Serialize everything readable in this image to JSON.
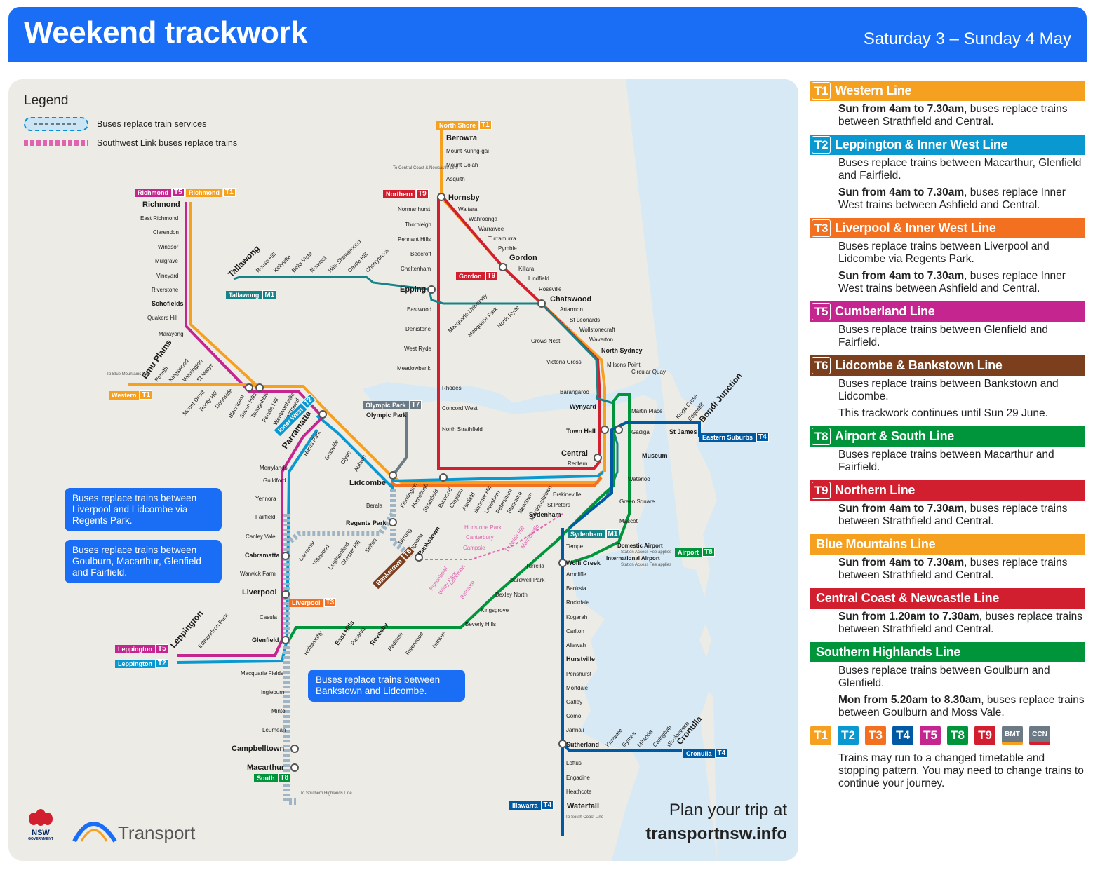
{
  "header": {
    "title": "Weekend trackwork",
    "date": "Saturday 3 – Sunday 4 May"
  },
  "legend": {
    "title": "Legend",
    "bus_label": "Buses replace train services",
    "pink_label": "Southwest Link buses replace trains"
  },
  "callouts": [
    {
      "text": "Buses replace trains between Liverpool and Lidcombe via Regents Park."
    },
    {
      "text": "Buses replace trains between Goulburn, Macarthur, Glenfield and Fairfield."
    },
    {
      "text": "Buses replace trains between Bankstown and Lidcombe."
    }
  ],
  "plan": {
    "line1": "Plan your trip at",
    "line2": "transportnsw.info"
  },
  "logos": {
    "nsw": "NSW",
    "nsw_sub": "GOVERNMENT",
    "transport": "Transport"
  },
  "colors": {
    "header": "#1a6ef5",
    "T1": "#f6a020",
    "T2": "#0a98d0",
    "T3": "#f37021",
    "T4": "#005aa3",
    "T5": "#c4258f",
    "T6": "#7b3f1e",
    "T8": "#00953b",
    "T9": "#d11f2f",
    "BMT": "#f6a020",
    "CCN": "#d11f2f",
    "SHL": "#00953b",
    "metro": "#168388",
    "water": "#d6e9f5"
  },
  "lines": [
    {
      "code": "T1",
      "name": "Western Line",
      "color": "#f6a020",
      "paras": [
        {
          "bold": "Sun from 4am to 7.30am",
          "text": ", buses replace trains between Strathfield and Central."
        }
      ]
    },
    {
      "code": "T2",
      "name": "Leppington & Inner West Line",
      "color": "#0a98d0",
      "paras": [
        {
          "bold": "",
          "text": "Buses replace trains between Macarthur, Glenfield and Fairfield."
        },
        {
          "bold": "Sun from 4am to 7.30am",
          "text": ", buses replace Inner West trains between Ashfield and Central."
        }
      ]
    },
    {
      "code": "T3",
      "name": "Liverpool & Inner West Line",
      "color": "#f37021",
      "paras": [
        {
          "bold": "",
          "text": "Buses replace trains between Liverpool and Lidcombe via Regents Park."
        },
        {
          "bold": "Sun from 4am to 7.30am",
          "text": ", buses replace Inner West trains between Ashfield and Central."
        }
      ]
    },
    {
      "code": "T5",
      "name": "Cumberland Line",
      "color": "#c4258f",
      "paras": [
        {
          "bold": "",
          "text": "Buses replace trains between Glenfield and Fairfield."
        }
      ]
    },
    {
      "code": "T6",
      "name": "Lidcombe & Bankstown Line",
      "color": "#7b3f1e",
      "paras": [
        {
          "bold": "",
          "text": "Buses replace trains between Bankstown and Lidcombe."
        },
        {
          "bold": "",
          "text": "This trackwork continues until Sun 29 June."
        }
      ]
    },
    {
      "code": "T8",
      "name": "Airport & South Line",
      "color": "#00953b",
      "paras": [
        {
          "bold": "",
          "text": "Buses replace trains between Macarthur and Fairfield."
        }
      ]
    },
    {
      "code": "T9",
      "name": "Northern Line",
      "color": "#d11f2f",
      "paras": [
        {
          "bold": "Sun from 4am to 7.30am",
          "text": ", buses replace trains between Strathfield and Central."
        }
      ]
    },
    {
      "code": "",
      "name": "Blue Mountains Line",
      "color": "#f6a020",
      "paras": [
        {
          "bold": "Sun from 4am to 7.30am",
          "text": ", buses replace trains between Strathfield and Central."
        }
      ]
    },
    {
      "code": "",
      "name": "Central Coast & Newcastle Line",
      "color": "#d11f2f",
      "paras": [
        {
          "bold": "Sun from 1.20am to 7.30am",
          "text": ", buses replace trains between Strathfield and Central."
        }
      ]
    },
    {
      "code": "",
      "name": "Southern Highlands Line",
      "color": "#00953b",
      "paras": [
        {
          "bold": "",
          "text": "Buses replace trains between Goulburn and Glenfield."
        },
        {
          "bold": "Mon from 5.20am to 8.30am",
          "text": ", buses replace trains between Goulburn and Moss Vale."
        }
      ]
    }
  ],
  "badge_row": [
    {
      "label": "T1",
      "color": "#f6a020"
    },
    {
      "label": "T2",
      "color": "#0a98d0"
    },
    {
      "label": "T3",
      "color": "#f37021"
    },
    {
      "label": "T4",
      "color": "#005aa3"
    },
    {
      "label": "T5",
      "color": "#c4258f"
    },
    {
      "label": "T8",
      "color": "#00953b"
    },
    {
      "label": "T9",
      "color": "#d11f2f"
    },
    {
      "label": "BMT",
      "color": "#f6a020"
    },
    {
      "label": "CCN",
      "color": "#d11f2f"
    }
  ],
  "footnote": "Trains may run to a changed timetable and stopping pattern. You may need to change trains to continue your journey.",
  "map": {
    "line_tags": [
      {
        "code": "T1",
        "text": "North Shore",
        "color": "#f6a020"
      },
      {
        "code": "T5",
        "text": "Richmond",
        "color": "#c4258f"
      },
      {
        "code": "T1",
        "text": "Richmond",
        "color": "#f6a020"
      },
      {
        "code": "T9",
        "text": "Northern",
        "color": "#d11f2f"
      },
      {
        "code": "T9",
        "text": "Gordon",
        "color": "#d11f2f"
      },
      {
        "code": "M1",
        "text": "Tallawong",
        "color": "#168388"
      },
      {
        "code": "T1",
        "text": "Western",
        "color": "#f6a020"
      },
      {
        "code": "T2",
        "text": "Inner West",
        "color": "#0a98d0"
      },
      {
        "code": "T7",
        "text": "Olympic Park",
        "color": "#6c7a86"
      },
      {
        "code": "T3",
        "text": "Liverpool",
        "color": "#f37021"
      },
      {
        "code": "T5",
        "text": "Leppington",
        "color": "#c4258f"
      },
      {
        "code": "T2",
        "text": "Leppington",
        "color": "#0a98d0"
      },
      {
        "code": "T8",
        "text": "South",
        "color": "#00953b"
      },
      {
        "code": "T6",
        "text": "Bankstown",
        "color": "#7b3f1e"
      },
      {
        "code": "M1",
        "text": "Sydenham",
        "color": "#168388"
      },
      {
        "code": "T4",
        "text": "Eastern Suburbs",
        "color": "#005aa3"
      },
      {
        "code": "T8",
        "text": "Airport",
        "color": "#00953b"
      },
      {
        "code": "T4",
        "text": "Cronulla",
        "color": "#005aa3"
      },
      {
        "code": "T4",
        "text": "Illawarra",
        "color": "#005aa3"
      }
    ],
    "notes": [
      "To Central Coast & Newcastle Line",
      "To Blue Mountains Line",
      "To Southern Highlands Line",
      "To South Coast Line",
      "Station Access Fee applies",
      "Station Access Fee applies"
    ],
    "stations": {
      "north": [
        "Berowra",
        "Mount Kuring-gai",
        "Mount Colah",
        "Asquith",
        "Hornsby",
        "Waitara",
        "Wahroonga",
        "Warrawee",
        "Turramurra",
        "Pymble",
        "Gordon",
        "Killara",
        "Lindfield",
        "Roseville",
        "Chatswood",
        "Artarmon",
        "St Leonards",
        "Wollstonecraft",
        "Waverton",
        "North Sydney",
        "Milsons Point"
      ],
      "t9west": [
        "Normanhurst",
        "Thornleigh",
        "Pennant Hills",
        "Beecroft",
        "Cheltenham",
        "Epping",
        "Eastwood",
        "Denistone",
        "West Ryde",
        "Meadowbank",
        "Rhodes",
        "Concord West",
        "North Strathfield"
      ],
      "metro": [
        "Tallawong",
        "Rouse Hill",
        "Kellyville",
        "Bella Vista",
        "Norwest",
        "Hills Showground",
        "Castle Hill",
        "Cherrybrook",
        "Macquarie University",
        "Macquarie Park",
        "North Ryde",
        "Crows Nest",
        "Victoria Cross",
        "Barangaroo",
        "Martin Place",
        "Gadigal",
        "Waterloo",
        "Sydenham"
      ],
      "richmond": [
        "Richmond",
        "East Richmond",
        "Clarendon",
        "Windsor",
        "Mulgrave",
        "Vineyard",
        "Riverstone",
        "Schofields",
        "Quakers Hill",
        "Marayong"
      ],
      "west": [
        "Emu Plains",
        "Penrith",
        "Kingswood",
        "Werrington",
        "St Marys",
        "Mount Druitt",
        "Rooty Hill",
        "Doonside",
        "Blacktown",
        "Seven Hills",
        "Toongabbie",
        "Pendle Hill",
        "Wentworthville",
        "Westmead",
        "Parramatta",
        "Harris Park"
      ],
      "inner": [
        "Granville",
        "Clyde",
        "Auburn",
        "Lidcombe",
        "Flemington",
        "Homebush",
        "Strathfield",
        "Burwood",
        "Croydon",
        "Ashfield",
        "Summer Hill",
        "Lewisham",
        "Petersham",
        "Stanmore",
        "Newtown",
        "Macdonaldtown",
        "Redfern",
        "Central",
        "Town Hall",
        "Wynyard",
        "Circular Quay",
        "St James",
        "Museum",
        "Kings Cross",
        "Edgecliff",
        "Bondi Junction"
      ],
      "olympic": [
        "Olympic Park"
      ],
      "t3": [
        "Merrylands",
        "Guildford",
        "Yennora",
        "Fairfield",
        "Canley Vale",
        "Cabramatta",
        "Warwick Farm",
        "Liverpool",
        "Casula",
        "Glenfield",
        "Berala",
        "Regents Park",
        "Carramar",
        "Villawood",
        "Leightonfield",
        "Chester Hill",
        "Sefton",
        "Birrong",
        "Yagoona",
        "Bankstown"
      ],
      "t6": [
        "Punchbowl",
        "Wiley Park",
        "Lakemba",
        "Belmore",
        "Hurlstone Park",
        "Canterbury",
        "Campsie",
        "Dulwich Hill",
        "Marrickville"
      ],
      "south": [
        "Leppington",
        "Edmondson Park",
        "Macquarie Fields",
        "Ingleburn",
        "Minto",
        "Leumeah",
        "Campbelltown",
        "Macarthur"
      ],
      "t8": [
        "Holsworthy",
        "East Hills",
        "Panania",
        "Revesby",
        "Padstow",
        "Riverwood",
        "Narwee",
        "Beverly Hills",
        "Kingsgrove",
        "Bexley North",
        "Bardwell Park",
        "Turrella",
        "Wolli Creek",
        "Domestic Airport",
        "International Airport",
        "Mascot",
        "Green Square",
        "Erskineville",
        "St Peters"
      ],
      "illawarra": [
        "Tempe",
        "Arncliffe",
        "Banksia",
        "Rockdale",
        "Kogarah",
        "Carlton",
        "Allawah",
        "Hurstville",
        "Penshurst",
        "Mortdale",
        "Oatley",
        "Como",
        "Jannali",
        "Sutherland",
        "Loftus",
        "Engadine",
        "Heathcote",
        "Waterfall"
      ],
      "cronulla": [
        "Kirrawee",
        "Gymea",
        "Miranda",
        "Caringbah",
        "Woolooware",
        "Cronulla"
      ]
    }
  }
}
